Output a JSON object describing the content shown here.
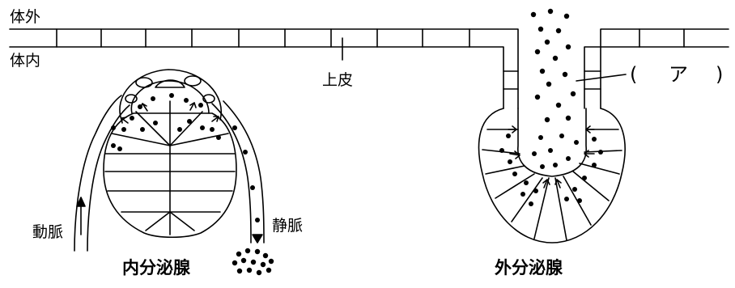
{
  "labels": {
    "outside": "体外",
    "inside": "体内",
    "epithelium": "上皮",
    "blank_open": "(",
    "blank_letter": "ア",
    "blank_close": ")",
    "artery": "動脈",
    "vein": "静脈",
    "endocrine": "内分泌腺",
    "exocrine": "外分泌腺"
  },
  "colors": {
    "ink": "#000000",
    "paper": "#ffffff"
  }
}
